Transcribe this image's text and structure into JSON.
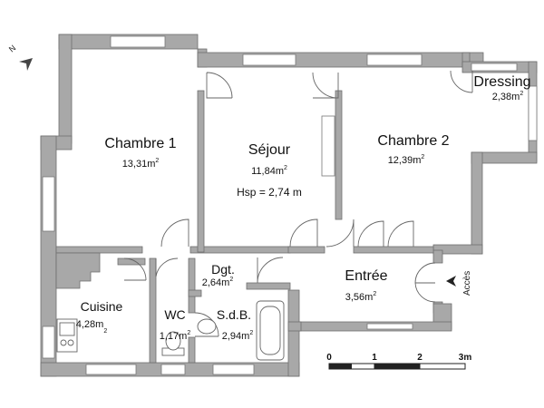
{
  "plan": {
    "rooms": [
      {
        "id": "chambre1",
        "name": "Chambre 1",
        "area": "13,31m",
        "exp": "2"
      },
      {
        "id": "sejour",
        "name": "Séjour",
        "area": "11,84m",
        "exp": "2",
        "note": "Hsp = 2,74 m"
      },
      {
        "id": "chambre2",
        "name": "Chambre 2",
        "area": "12,39m",
        "exp": "2"
      },
      {
        "id": "dressing",
        "name": "Dressing",
        "area": "2,38m",
        "exp": "2"
      },
      {
        "id": "dgt",
        "name": "Dgt.",
        "area": "2,64m",
        "exp": "2"
      },
      {
        "id": "entree",
        "name": "Entrée",
        "area": "3,56m",
        "exp": "2"
      },
      {
        "id": "cuisine",
        "name": "Cuisine",
        "area": "4,28m",
        "exp": "2"
      },
      {
        "id": "wc",
        "name": "WC",
        "area": "1,17m",
        "exp": "2"
      },
      {
        "id": "sdb",
        "name": "S.d.B.",
        "area": "2,94m",
        "exp": "2"
      }
    ],
    "north_label": "N",
    "access_label": "Accès",
    "scale": {
      "ticks": [
        "0",
        "1",
        "2",
        "3m"
      ]
    },
    "colors": {
      "wall": "#a8a8a8",
      "wall_edge": "#6f6f6f",
      "background": "#ffffff"
    }
  }
}
